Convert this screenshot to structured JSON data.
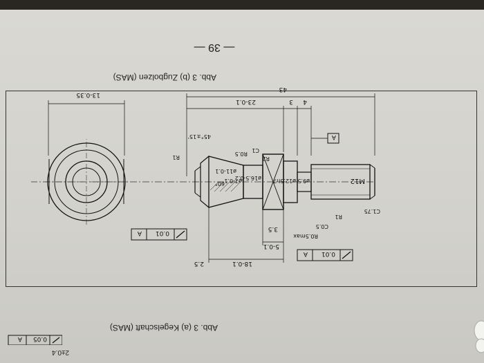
{
  "page": {
    "number_text": "— 39 —",
    "caption_b": "Abb. 3 (b)  Zugbolzen (MAS)",
    "caption_a": "Abb. 3 (a)  Kegelschaft (MAS)",
    "top_tolerance": "2±0.4"
  },
  "drawing": {
    "labels": {
      "thread": "M12",
      "chamfer_c": "C1.75",
      "r1_top": "R1",
      "c05": "C0.5",
      "r05_max": "R0.5max",
      "d9_5": "ø9.5",
      "d12_5": "ø12.5h7",
      "d16_5": "ø16.5-0.2",
      "d7": "ø7-0.1",
      "d11": "ø11-0.1",
      "angle_60": "60°",
      "c1": "C1",
      "r2": "R2",
      "r05": "R0.5",
      "r1_bottom": "R1",
      "angle_45": "45°±15'",
      "dim_3_5": "3.5",
      "dim_5": "5-0.1",
      "dim_18": "18-0.1",
      "dim_2_5": "2.5",
      "dim_4": "4",
      "dim_3": "3",
      "dim_23": "23-0.1",
      "dim_43": "43",
      "dim_13": "13-0.35",
      "ref_a": "A",
      "fcf1_val": "0.01",
      "fcf1_ref": "A",
      "fcf2_val": "0.01",
      "fcf2_ref": "A",
      "fcf_top_val": "0.05",
      "fcf_top_ref": "A"
    }
  },
  "colors": {
    "paper": "#d6d5cf",
    "ink": "#111111"
  }
}
